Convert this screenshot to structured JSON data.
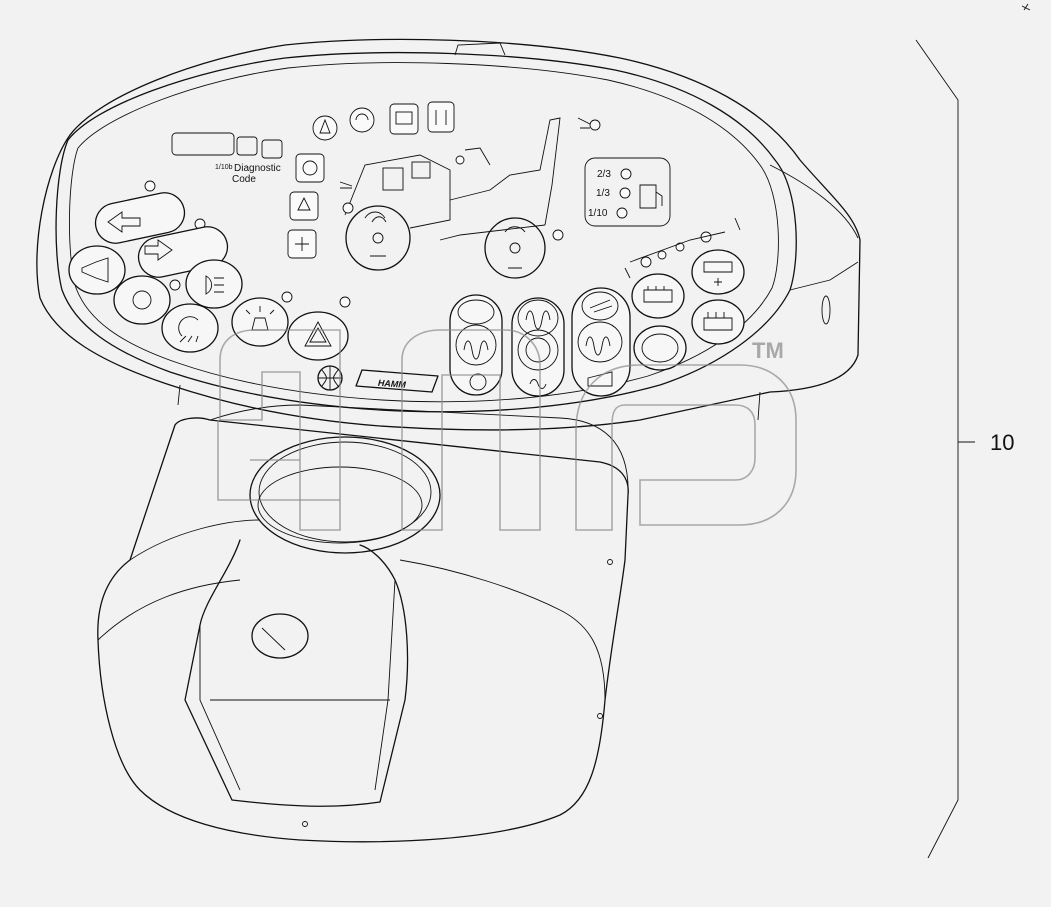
{
  "callout": {
    "number": "10"
  },
  "panel": {
    "diagnostic_label_small": "1/10b",
    "diagnostic_label_1": "Diagnostic",
    "diagnostic_label_2": "Code",
    "fuel_levels": [
      "2/3",
      "1/3",
      "1/10"
    ],
    "brand": "HAMM"
  },
  "watermark": {
    "text": "ana",
    "trademark": "TM"
  },
  "icons": {
    "turn_left": "arrow-left-icon",
    "turn_right": "arrow-right-icon",
    "horn": "horn-icon",
    "headlights": "headlight-icon",
    "work_lights": "work-light-icon",
    "beacon": "beacon-icon",
    "hazard": "hazard-triangle-icon",
    "vibration": "vibration-icon",
    "fuel": "fuel-pump-icon",
    "oil": "oil-can-icon",
    "battery": "battery-icon",
    "sprinkler": "water-sprinkler-icon"
  },
  "colors": {
    "line": "#111111",
    "paper": "#f2f2f2",
    "watermark": "#8a8a8a"
  }
}
